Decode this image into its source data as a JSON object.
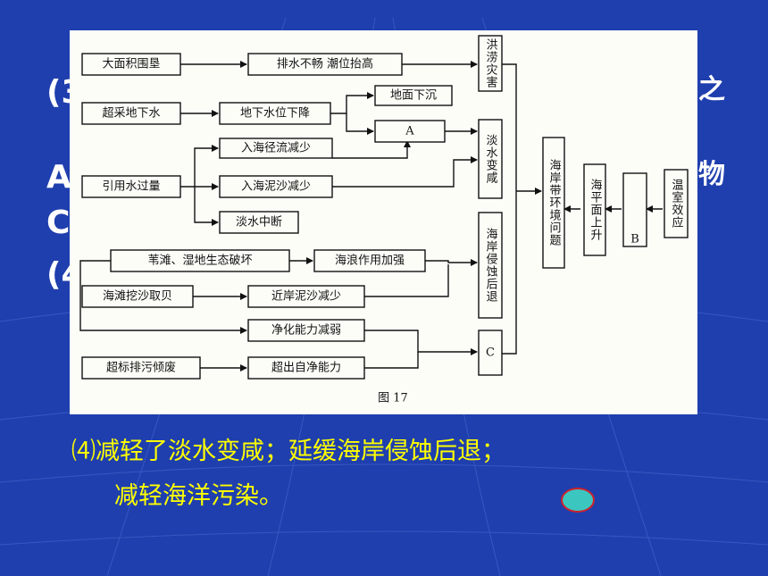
{
  "slide": {
    "peek_left": [
      "(3",
      "A",
      "C",
      "(4"
    ],
    "peek_right": [
      "之",
      "物"
    ]
  },
  "figure": {
    "caption": "图 17",
    "boxes": {
      "large_reclamation": "大面积围垦",
      "poor_drainage": "排水不畅 潮位抬高",
      "flood": "洪涝灾害",
      "over_groundwater": "超采地下水",
      "water_table_drop": "地下水位下降",
      "subsidence": "地面下沉",
      "a": "A",
      "fresh_salinization": "淡水变咸",
      "runoff_decrease": "入海径流减少",
      "overuse_water": "引用水过量",
      "sediment_decrease": "入海泥沙减少",
      "fresh_cutoff": "淡水中断",
      "wetland_damage": "苇滩、湿地生态破坏",
      "wave_strength": "海浪作用加强",
      "coastal_erosion": "海岸侵蚀后退",
      "beach_mining": "海滩挖沙取贝",
      "nearshore_sediment": "近岸泥沙减少",
      "purify_weaken": "净化能力减弱",
      "c": "C",
      "excess_discharge": "超标排污倾废",
      "exceed_self_purify": "超出自净能力",
      "coastal_problem": "海岸带环境问题",
      "sea_level_rise": "海平面上升",
      "b": "B",
      "greenhouse": "温室效应"
    }
  },
  "answer": {
    "line1": "⑷减轻了淡水变咸；延缓海岸侵蚀后退；",
    "line2": "减轻海洋污染。"
  },
  "colors": {
    "background": "#1f3fae",
    "answer_text": "#ffff00",
    "oval_fill": "#3cc6c0",
    "oval_border": "#d0202a"
  }
}
